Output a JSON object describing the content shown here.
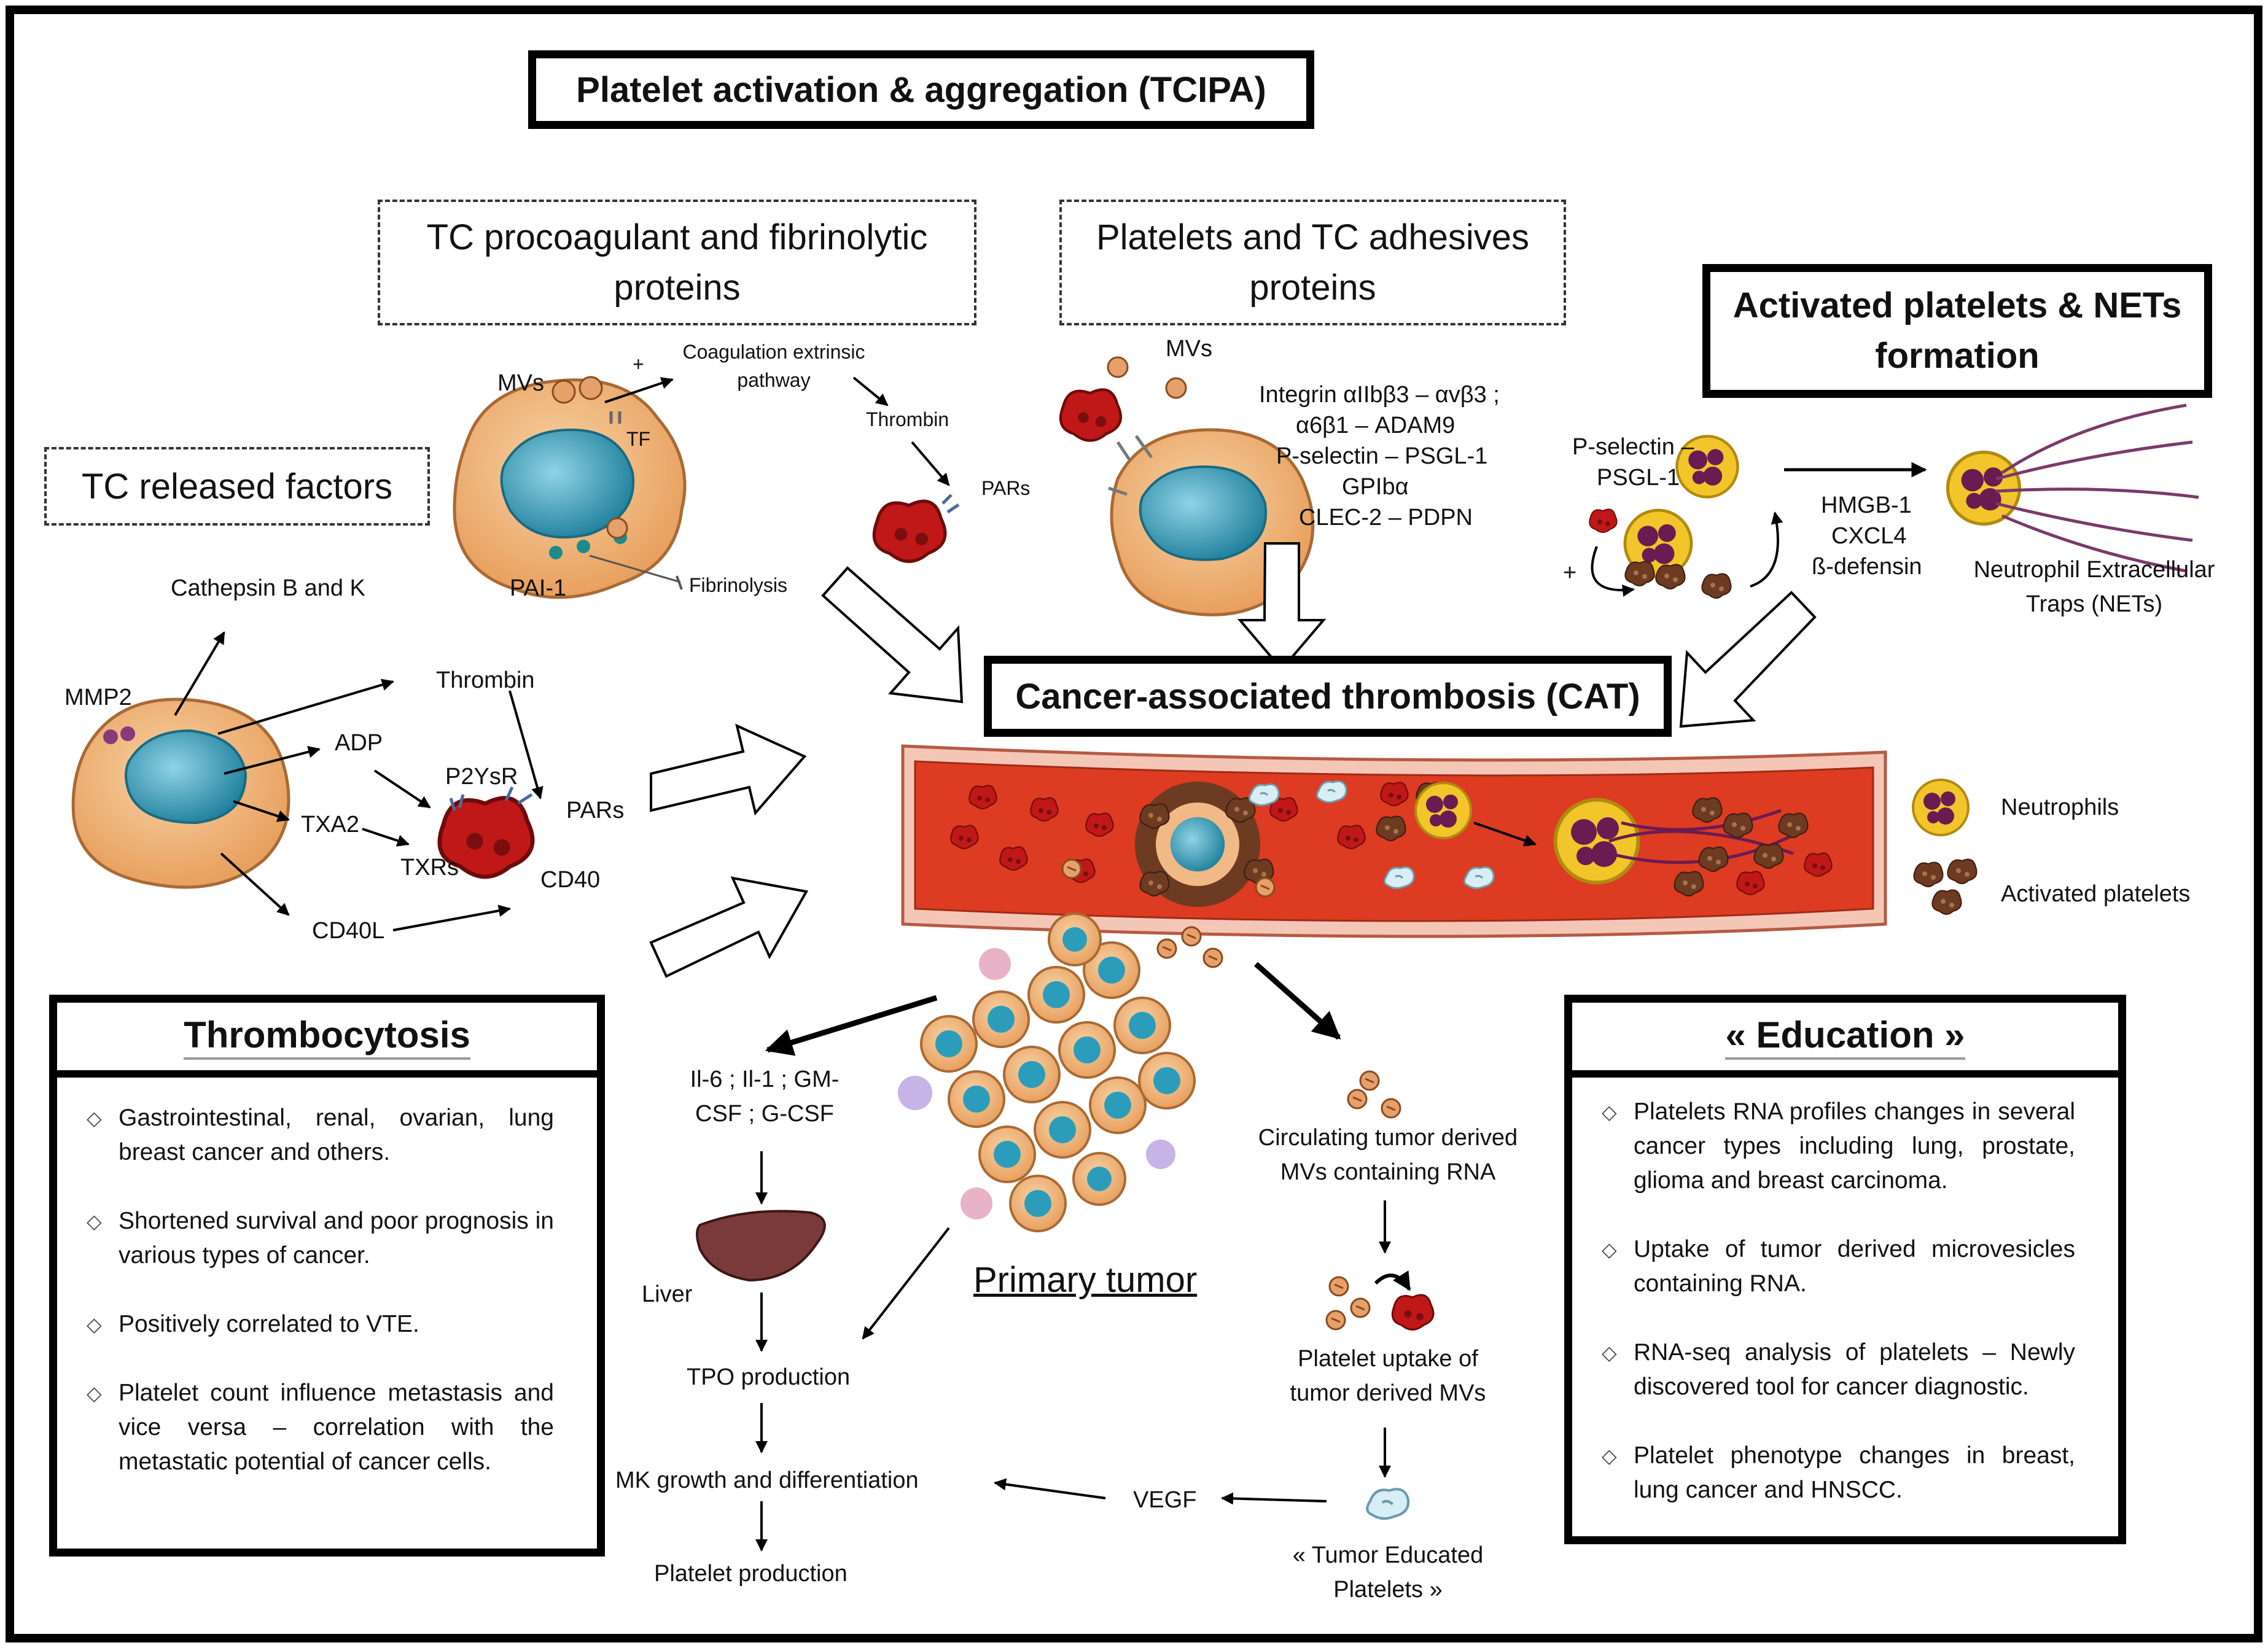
{
  "titles": {
    "tcipa": "Platelet activation & aggregation (TCIPA)",
    "procoag": "TC procoagulant and fibrinolytic proteins",
    "adhesive": "Platelets and TC adhesives proteins",
    "nets": "Activated platelets & NETs formation",
    "released": "TC released factors",
    "cat": "Cancer-associated thrombosis (CAT)",
    "thrombocytosis": "Thrombocytosis",
    "education": "« Education »"
  },
  "procoag": {
    "mvs": "MVs",
    "tf": "TF",
    "pai1": "PAI-1",
    "plus": "+",
    "coag": "Coagulation extrinsic pathway",
    "thrombin": "Thrombin",
    "pars": "PARs",
    "fibrinolysis": "Fibrinolysis"
  },
  "adhesive": {
    "mvs": "MVs",
    "pairs": [
      "Integrin αIIbβ3 – αvβ3 ;",
      "α6β1 – ADAM9",
      "P-selectin – PSGL-1",
      "GPIbα",
      "CLEC-2 – PDPN"
    ]
  },
  "nets_block": {
    "pselectin": "P-selectin –",
    "psgl": "PSGL-1",
    "plus": "+",
    "factors": [
      "HMGB-1",
      "CXCL4",
      "ß-defensin"
    ],
    "nets_label": "Neutrophil Extracellular Traps (NETs)"
  },
  "released": {
    "mmp2": "MMP2",
    "cathepsin": "Cathepsin B and K",
    "thrombin": "Thrombin",
    "adp": "ADP",
    "p2ysr": "P2YsR",
    "pars": "PARs",
    "txa2": "TXA2",
    "txrs": "TXRs",
    "cd40": "CD40",
    "cd40l": "CD40L"
  },
  "legend": {
    "neutrophils": "Neutrophils",
    "activated_platelets": "Activated platelets"
  },
  "tumor": {
    "primary": "Primary tumor",
    "cytokines": "Il-6 ; Il-1 ; GM-CSF ; G-CSF",
    "liver": "Liver",
    "tpo": "TPO production",
    "mk": "MK growth and differentiation",
    "platelet_production": "Platelet production",
    "vegf": "VEGF",
    "circulating": "Circulating tumor derived MVs containing RNA",
    "uptake": "Platelet uptake of tumor derived MVs",
    "tep": "« Tumor Educated Platelets »"
  },
  "thrombocytosis_items": [
    "Gastrointestinal, renal, ovarian, lung breast cancer and others.",
    "Shortened survival and poor prognosis in various types of cancer.",
    "Positively correlated to VTE.",
    "Platelet count influence metastasis and vice versa – correlation with the metastatic potential of cancer cells."
  ],
  "education_items": [
    "Platelets RNA profiles changes in several cancer types including lung, prostate, glioma and breast carcinoma.",
    "Uptake of tumor derived microvesicles containing RNA.",
    "RNA-seq analysis of platelets – Newly discovered tool for cancer diagnostic.",
    "Platelet phenotype changes in breast, lung cancer and HNSCC."
  ],
  "colors": {
    "frame": "#000000",
    "vessel_outer": "#f4c6b6",
    "vessel_inner": "#dd3b22",
    "tumor_cell": "#f1b985",
    "nucleus": "#2b9dbb",
    "platelet_active": "#c70e18",
    "platelet_brown": "#6d3a22",
    "neutrophil": "#f2c52a",
    "neutrophil_nuc": "#6a1b52",
    "liver": "#7a3a3a",
    "mv": "#e8a36f"
  }
}
